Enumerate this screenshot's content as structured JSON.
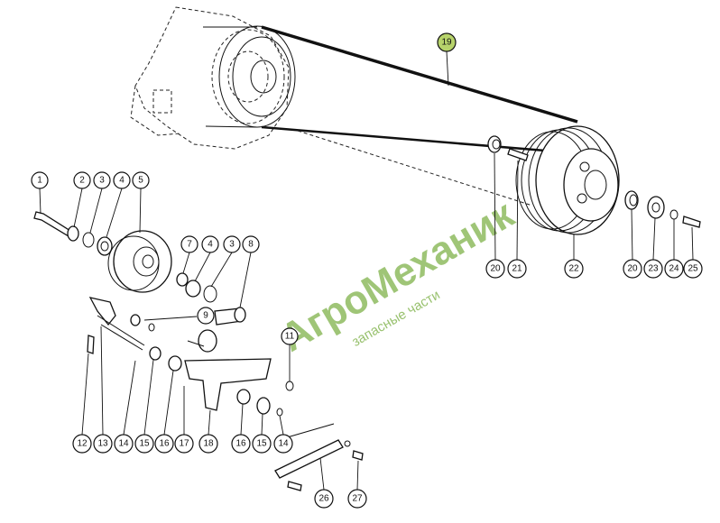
{
  "watermark": {
    "brand": "АгроМеханик",
    "subtitle": "запасные части",
    "color": "#7fb24a"
  },
  "highlight_color": "#b7d36b",
  "callouts": [
    {
      "id": "c1",
      "label": "1"
    },
    {
      "id": "c2",
      "label": "2"
    },
    {
      "id": "c3",
      "label": "3"
    },
    {
      "id": "c4",
      "label": "4"
    },
    {
      "id": "c5",
      "label": "5"
    },
    {
      "id": "c7",
      "label": "7"
    },
    {
      "id": "c4b",
      "label": "4"
    },
    {
      "id": "c3b",
      "label": "3"
    },
    {
      "id": "c8",
      "label": "8"
    },
    {
      "id": "c9",
      "label": "9"
    },
    {
      "id": "c11",
      "label": "11"
    },
    {
      "id": "c19",
      "label": "19"
    },
    {
      "id": "c20a",
      "label": "20"
    },
    {
      "id": "c21",
      "label": "21"
    },
    {
      "id": "c22",
      "label": "22"
    },
    {
      "id": "c20b",
      "label": "20"
    },
    {
      "id": "c23",
      "label": "23"
    },
    {
      "id": "c24",
      "label": "24"
    },
    {
      "id": "c25",
      "label": "25"
    },
    {
      "id": "c12",
      "label": "12"
    },
    {
      "id": "c13",
      "label": "13"
    },
    {
      "id": "c14a",
      "label": "14"
    },
    {
      "id": "c15a",
      "label": "15"
    },
    {
      "id": "c16a",
      "label": "16"
    },
    {
      "id": "c17",
      "label": "17"
    },
    {
      "id": "c18",
      "label": "18"
    },
    {
      "id": "c16b",
      "label": "16"
    },
    {
      "id": "c15b",
      "label": "15"
    },
    {
      "id": "c14b",
      "label": "14"
    },
    {
      "id": "c26",
      "label": "26"
    },
    {
      "id": "c27",
      "label": "27"
    }
  ]
}
